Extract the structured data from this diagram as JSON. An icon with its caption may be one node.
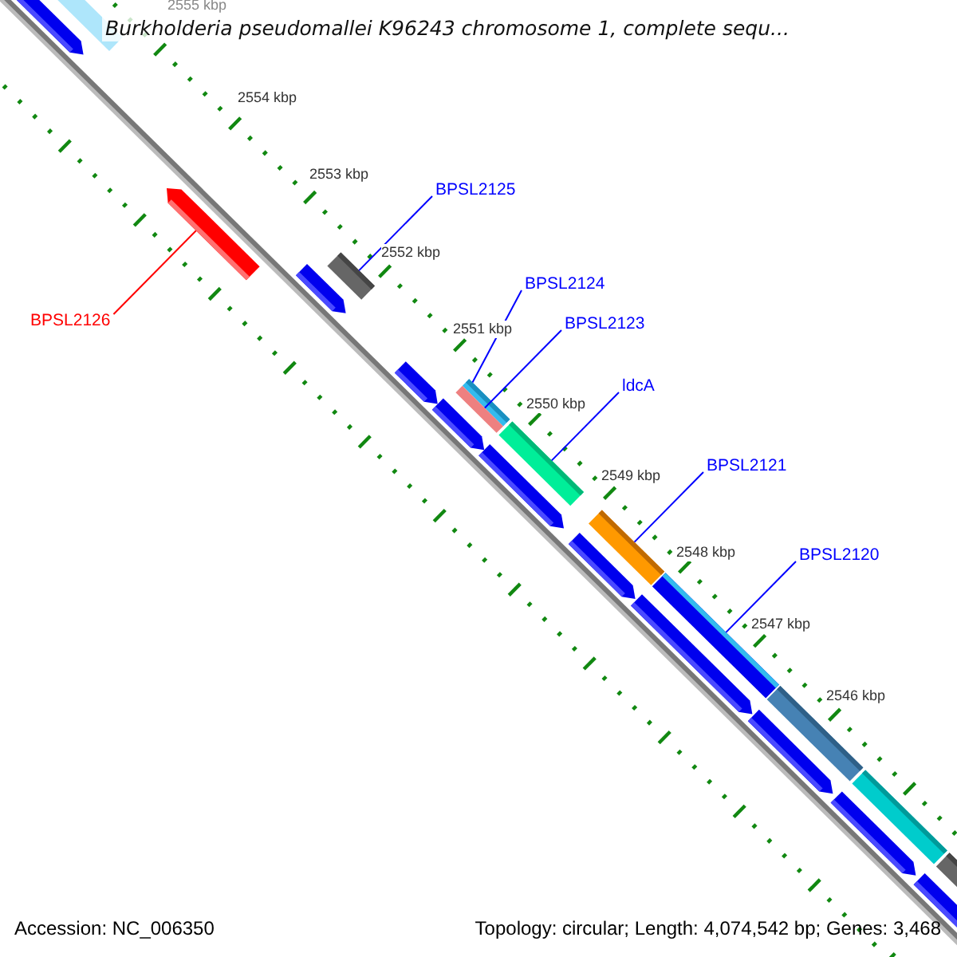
{
  "diagram": {
    "title": "Burkholderia pseudomallei K96243 chromosome 1, complete sequ...",
    "nodes": [
      {
        "text": [
          "BPSL2126"
        ]
      },
      {
        "text": [],
        "shape": "bar"
      },
      {
        "text": [
          "BPSL2125"
        ]
      },
      {
        "text": [],
        "shape": "bar"
      },
      {
        "text": [
          "BPSL2124"
        ]
      },
      {
        "text": [],
        "shape": "bar"
      },
      {
        "text": [
          "BPSL2123"
        ]
      },
      {
        "text": [],
        "shape": "bar"
      },
      {
        "text": [
          "ldcA"
        ]
      },
      {
        "text": [],
        "shape": "bar"
      },
      {
        "text": [
          "BPSL2121"
        ]
      },
      {
        "text": [],
        "shape": "bar"
      },
      {
        "text": [
          "BPSL2120"
        ]
      },
      {
        "text": [],
        "shape": "bar"
      }
    ],
    "edges": [
      {
        "from": 0,
        "to": 1,
        "arrow": "none",
        "color": "#ff0000"
      },
      {
        "from": 2,
        "to": 3,
        "arrow": "none"
      },
      {
        "from": 4,
        "to": 5,
        "arrow": "none"
      },
      {
        "from": 6,
        "to": 7,
        "arrow": "none"
      },
      {
        "from": 8,
        "to": 9,
        "arrow": "none"
      },
      {
        "from": 10,
        "to": 11,
        "arrow": "none"
      },
      {
        "from": 12,
        "to": 13,
        "arrow": "none"
      }
    ],
    "labels": [
      "2555 kbp",
      "2554 kbp",
      "2553 kbp",
      "2552 kbp",
      "2551 kbp",
      "2550 kbp",
      "2549 kbp",
      "2548 kbp",
      "2547 kbp",
      "2546 kbp",
      "Accession: NC_006350",
      "Topology: circular; Length: 4,074,542 bp; Genes: 3,468"
    ]
  }
}
